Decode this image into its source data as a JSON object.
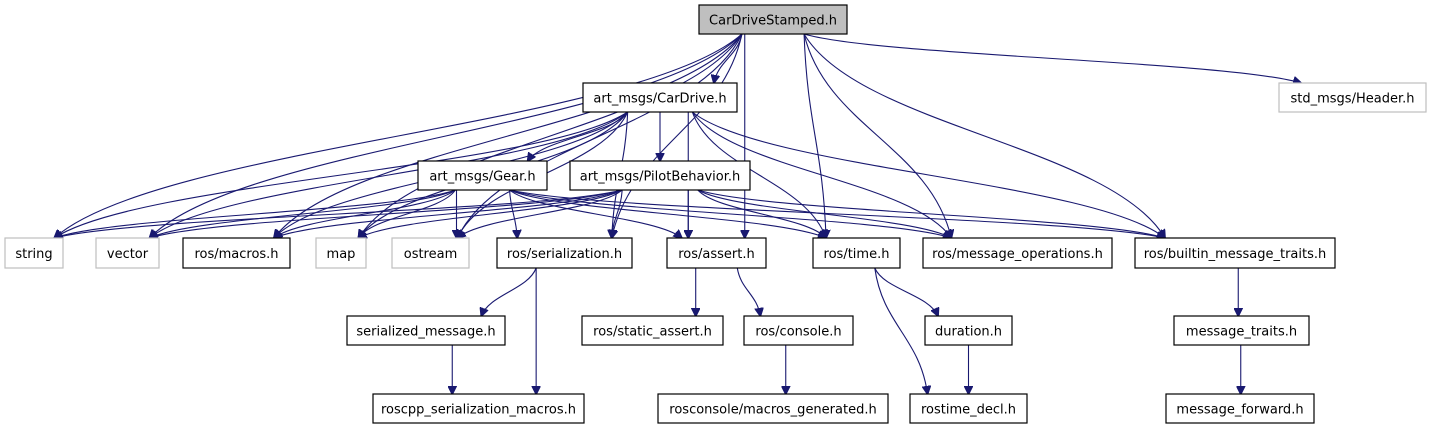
{
  "diagram": {
    "title": "CarDriveStamped.h include dependency graph",
    "colors": {
      "edge": "#191970",
      "root_fill": "#bfbfbf",
      "node_fill": "#ffffff",
      "node_border": "#000000",
      "external_border": "#bfbfbf"
    },
    "nodes": [
      {
        "id": "CarDriveStamped",
        "label": "CarDriveStamped.h",
        "kind": "root"
      },
      {
        "id": "CarDrive",
        "label": "art_msgs/CarDrive.h",
        "kind": "local"
      },
      {
        "id": "Gear",
        "label": "art_msgs/Gear.h",
        "kind": "local"
      },
      {
        "id": "PilotBehavior",
        "label": "art_msgs/PilotBehavior.h",
        "kind": "local"
      },
      {
        "id": "string",
        "label": "string",
        "kind": "external"
      },
      {
        "id": "vector",
        "label": "vector",
        "kind": "external"
      },
      {
        "id": "macros",
        "label": "ros/macros.h",
        "kind": "local"
      },
      {
        "id": "map",
        "label": "map",
        "kind": "external"
      },
      {
        "id": "ostream",
        "label": "ostream",
        "kind": "external"
      },
      {
        "id": "serialization",
        "label": "ros/serialization.h",
        "kind": "local"
      },
      {
        "id": "assert",
        "label": "ros/assert.h",
        "kind": "local"
      },
      {
        "id": "time",
        "label": "ros/time.h",
        "kind": "local"
      },
      {
        "id": "message_operations",
        "label": "ros/message_operations.h",
        "kind": "local"
      },
      {
        "id": "builtin_message_traits",
        "label": "ros/builtin_message_traits.h",
        "kind": "local"
      },
      {
        "id": "Header",
        "label": "std_msgs/Header.h",
        "kind": "external"
      },
      {
        "id": "serialized_message",
        "label": "serialized_message.h",
        "kind": "local"
      },
      {
        "id": "static_assert",
        "label": "ros/static_assert.h",
        "kind": "local"
      },
      {
        "id": "console",
        "label": "ros/console.h",
        "kind": "local"
      },
      {
        "id": "duration",
        "label": "duration.h",
        "kind": "local"
      },
      {
        "id": "message_traits",
        "label": "message_traits.h",
        "kind": "local"
      },
      {
        "id": "roscpp_serialization_macros",
        "label": "roscpp_serialization_macros.h",
        "kind": "local"
      },
      {
        "id": "macros_generated",
        "label": "rosconsole/macros_generated.h",
        "kind": "local"
      },
      {
        "id": "rostime_decl",
        "label": "rostime_decl.h",
        "kind": "local"
      },
      {
        "id": "message_forward",
        "label": "message_forward.h",
        "kind": "local"
      }
    ],
    "edges": [
      [
        "CarDriveStamped",
        "CarDrive"
      ],
      [
        "CarDriveStamped",
        "string"
      ],
      [
        "CarDriveStamped",
        "vector"
      ],
      [
        "CarDriveStamped",
        "macros"
      ],
      [
        "CarDriveStamped",
        "map"
      ],
      [
        "CarDriveStamped",
        "ostream"
      ],
      [
        "CarDriveStamped",
        "serialization"
      ],
      [
        "CarDriveStamped",
        "assert"
      ],
      [
        "CarDriveStamped",
        "time"
      ],
      [
        "CarDriveStamped",
        "message_operations"
      ],
      [
        "CarDriveStamped",
        "builtin_message_traits"
      ],
      [
        "CarDriveStamped",
        "Header"
      ],
      [
        "CarDrive",
        "Gear"
      ],
      [
        "CarDrive",
        "PilotBehavior"
      ],
      [
        "CarDrive",
        "string"
      ],
      [
        "CarDrive",
        "vector"
      ],
      [
        "CarDrive",
        "macros"
      ],
      [
        "CarDrive",
        "map"
      ],
      [
        "CarDrive",
        "ostream"
      ],
      [
        "CarDrive",
        "serialization"
      ],
      [
        "CarDrive",
        "assert"
      ],
      [
        "CarDrive",
        "time"
      ],
      [
        "CarDrive",
        "message_operations"
      ],
      [
        "CarDrive",
        "builtin_message_traits"
      ],
      [
        "Gear",
        "string"
      ],
      [
        "Gear",
        "vector"
      ],
      [
        "Gear",
        "macros"
      ],
      [
        "Gear",
        "map"
      ],
      [
        "Gear",
        "ostream"
      ],
      [
        "Gear",
        "serialization"
      ],
      [
        "Gear",
        "assert"
      ],
      [
        "Gear",
        "time"
      ],
      [
        "Gear",
        "message_operations"
      ],
      [
        "Gear",
        "builtin_message_traits"
      ],
      [
        "PilotBehavior",
        "string"
      ],
      [
        "PilotBehavior",
        "vector"
      ],
      [
        "PilotBehavior",
        "macros"
      ],
      [
        "PilotBehavior",
        "map"
      ],
      [
        "PilotBehavior",
        "ostream"
      ],
      [
        "PilotBehavior",
        "serialization"
      ],
      [
        "PilotBehavior",
        "assert"
      ],
      [
        "PilotBehavior",
        "time"
      ],
      [
        "PilotBehavior",
        "message_operations"
      ],
      [
        "PilotBehavior",
        "builtin_message_traits"
      ],
      [
        "serialization",
        "serialized_message"
      ],
      [
        "serialization",
        "roscpp_serialization_macros"
      ],
      [
        "serialized_message",
        "roscpp_serialization_macros"
      ],
      [
        "assert",
        "static_assert"
      ],
      [
        "assert",
        "console"
      ],
      [
        "console",
        "macros_generated"
      ],
      [
        "time",
        "duration"
      ],
      [
        "time",
        "rostime_decl"
      ],
      [
        "duration",
        "rostime_decl"
      ],
      [
        "builtin_message_traits",
        "message_traits"
      ],
      [
        "message_traits",
        "message_forward"
      ]
    ]
  }
}
